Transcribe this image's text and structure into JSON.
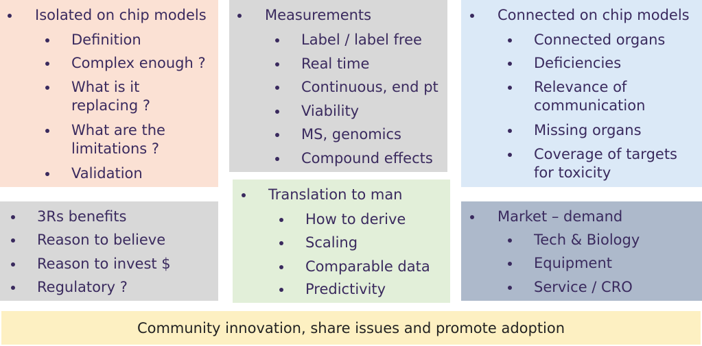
{
  "boxes": {
    "isolated": {
      "title": "Isolated on chip models",
      "items": [
        "Definition",
        "Complex enough ?",
        "What is it replacing ?",
        "What are the limitations ?",
        "Validation"
      ]
    },
    "measurements": {
      "title": "Measurements",
      "items": [
        "Label / label free",
        "Real time",
        "Continuous, end pt",
        "Viability",
        "MS, genomics",
        "Compound effects"
      ]
    },
    "connected": {
      "title": "Connected on chip models",
      "items": [
        "Connected organs",
        "Deficiencies",
        "Relevance of communication",
        "Missing organs",
        "Coverage of targets for toxicity"
      ]
    },
    "benefits": {
      "items": [
        "3Rs benefits",
        "Reason to believe",
        "Reason to invest $",
        "Regulatory ?"
      ]
    },
    "translation": {
      "title": "Translation to man",
      "items": [
        "How to derive",
        "Scaling",
        "Comparable data",
        "Predictivity"
      ]
    },
    "market": {
      "title": "Market – demand",
      "items": [
        "Tech & Biology",
        "Equipment",
        "Service / CRO"
      ]
    }
  },
  "footer": "Community innovation, share issues and promote adoption",
  "colors": {
    "isolated_bg": "#fbe1d4",
    "measurements_bg": "#d8d8d8",
    "connected_bg": "#dbe9f7",
    "benefits_bg": "#d8d8d8",
    "translation_bg": "#e2efd9",
    "market_bg": "#adb9cb",
    "footer_bg": "#fdf0c2",
    "text": "#3a2a5e"
  }
}
